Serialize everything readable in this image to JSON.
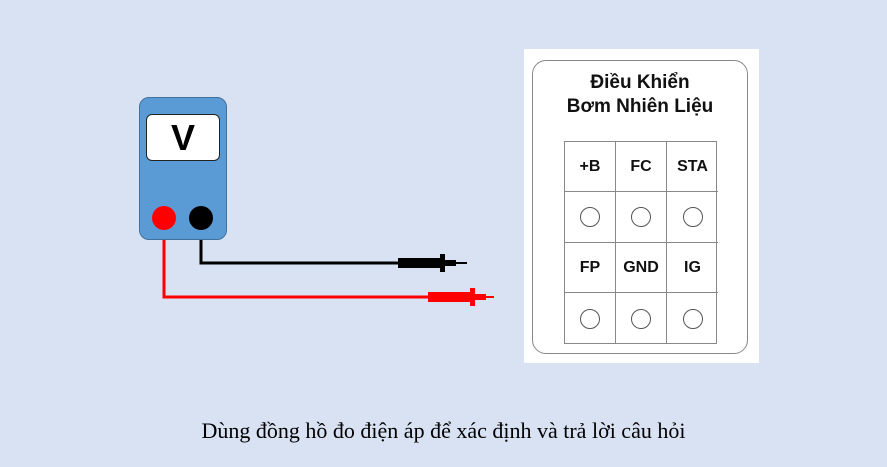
{
  "meter": {
    "display_label": "V",
    "colors": {
      "body": "#5b9bd5",
      "red_lead": "#ff0000",
      "black_lead": "#000000"
    }
  },
  "connector": {
    "title_line1": "Điều Khiển",
    "title_line2": "Bơm Nhiên Liệu",
    "rows": [
      {
        "labels": [
          "+B",
          "FC",
          "STA"
        ]
      },
      {
        "labels": [
          "FP",
          "GND",
          "IG"
        ]
      }
    ]
  },
  "caption": "Dùng đồng hồ đo điện áp để xác định và trả lời câu hỏi"
}
